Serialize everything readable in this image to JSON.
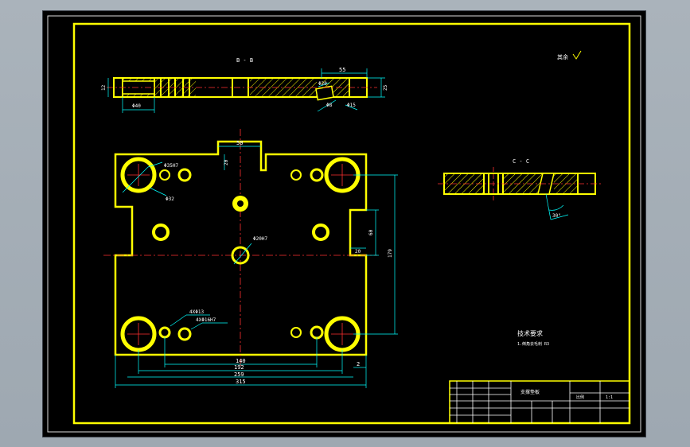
{
  "section_bb": {
    "label": "B - B"
  },
  "section_cc": {
    "label": "C - C",
    "angle": "30°"
  },
  "roughness": {
    "label": "其余"
  },
  "top_view_dims": {
    "d55": "55",
    "d25": "25",
    "d40": "Φ40",
    "d20": "Φ20",
    "d15": "Φ15",
    "d8": "Φ8",
    "d12": "12"
  },
  "plan_dims": {
    "top_slot": "50",
    "slot_depth": "20",
    "hole_big": "Φ35H7",
    "hole_32": "Φ32",
    "hole_center": "Φ20H7",
    "hole_4x13": "4XΦ13",
    "hole_4x16": "4XΦ16H7",
    "d140": "140",
    "d192": "192",
    "d259": "259",
    "d315": "315",
    "d2": "2",
    "d60": "60",
    "d20r": "20",
    "d179": "179"
  },
  "notes": {
    "title": "技术要求",
    "line1": "1.倒角去毛刺 R3"
  },
  "title_block": {
    "part_name": "支撑垫板",
    "scale_label": "比例",
    "scale": "1:1"
  },
  "colors": {
    "outline": "#ffff00",
    "dimension": "#00ffff",
    "center": "#ff3030",
    "hatch": "#ffff00"
  }
}
